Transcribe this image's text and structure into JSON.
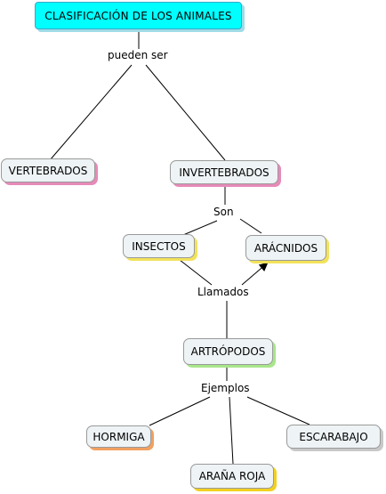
{
  "nodes": {
    "root": "CLASIFICACIÓN DE LOS ANIMALES",
    "vertebrados": "VERTEBRADOS",
    "invertebrados": "INVERTEBRADOS",
    "insectos": "INSECTOS",
    "aracnidos": "ARÁCNIDOS",
    "artropodos": "ARTRÓPODOS",
    "hormiga": "HORMIGA",
    "arana": "ARAÑA ROJA",
    "escarabajo": "ESCARABAJO"
  },
  "links": {
    "pueden_ser": "pueden ser",
    "son": "Son",
    "llamados": "Llamados",
    "ejemplos": "Ejemplos"
  },
  "colors": {
    "root_fill": "#00ffff",
    "node_fill": "#eef3f5",
    "shadow_pink": "#e68ab8",
    "shadow_yellow": "#f2e25a",
    "shadow_green": "#a8e68a",
    "shadow_orange": "#f0a060",
    "shadow_gray": "#c8c8c8"
  }
}
